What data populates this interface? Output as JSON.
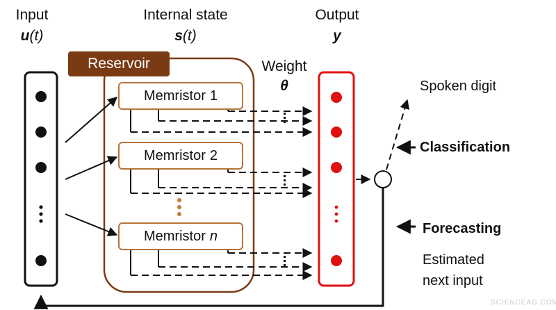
{
  "input": {
    "title": "Input",
    "var_main": "u",
    "var_arg": "(t)"
  },
  "state": {
    "title": "Internal state",
    "var_main": "s",
    "var_arg": "(t)"
  },
  "output": {
    "title": "Output",
    "var_main": "y"
  },
  "reservoir": {
    "label": "Reservoir"
  },
  "weight": {
    "title": "Weight",
    "symbol": "θ"
  },
  "memristors": [
    {
      "label": "Memristor",
      "index": "1"
    },
    {
      "label": "Memristor",
      "index": "2"
    },
    {
      "label": "Memristor",
      "index": "n"
    }
  ],
  "right": {
    "spoken_digit": "Spoken digit",
    "classification": "Classification",
    "forecasting": "Forecasting",
    "estimated_line1": "Estimated",
    "estimated_line2": "next input"
  },
  "watermark": "SCIENCEAG.COM",
  "colors": {
    "reservoir_brown": "#7a3a14",
    "box_border": "#b5733b",
    "output_red": "#e01010"
  }
}
